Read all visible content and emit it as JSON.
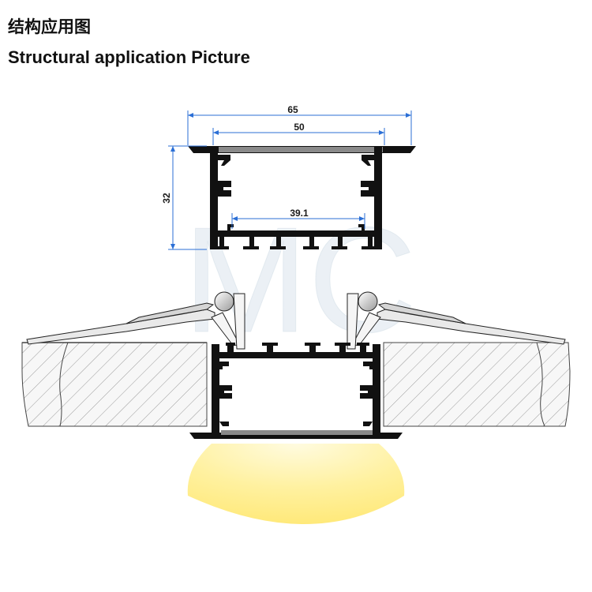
{
  "header": {
    "title_cn": "结构应用图",
    "title_en": "Structural application Picture"
  },
  "dimensions": {
    "outer_width": "65",
    "inner_width": "50",
    "height": "32",
    "inner_base": "39.1"
  },
  "watermark": "MC",
  "colors": {
    "profile": "#111111",
    "diffuser": "#8a8a8a",
    "dimension_line": "#2b6fd6",
    "wall_fill": "#f2f2f2",
    "light_glow": "#fff3a6"
  }
}
